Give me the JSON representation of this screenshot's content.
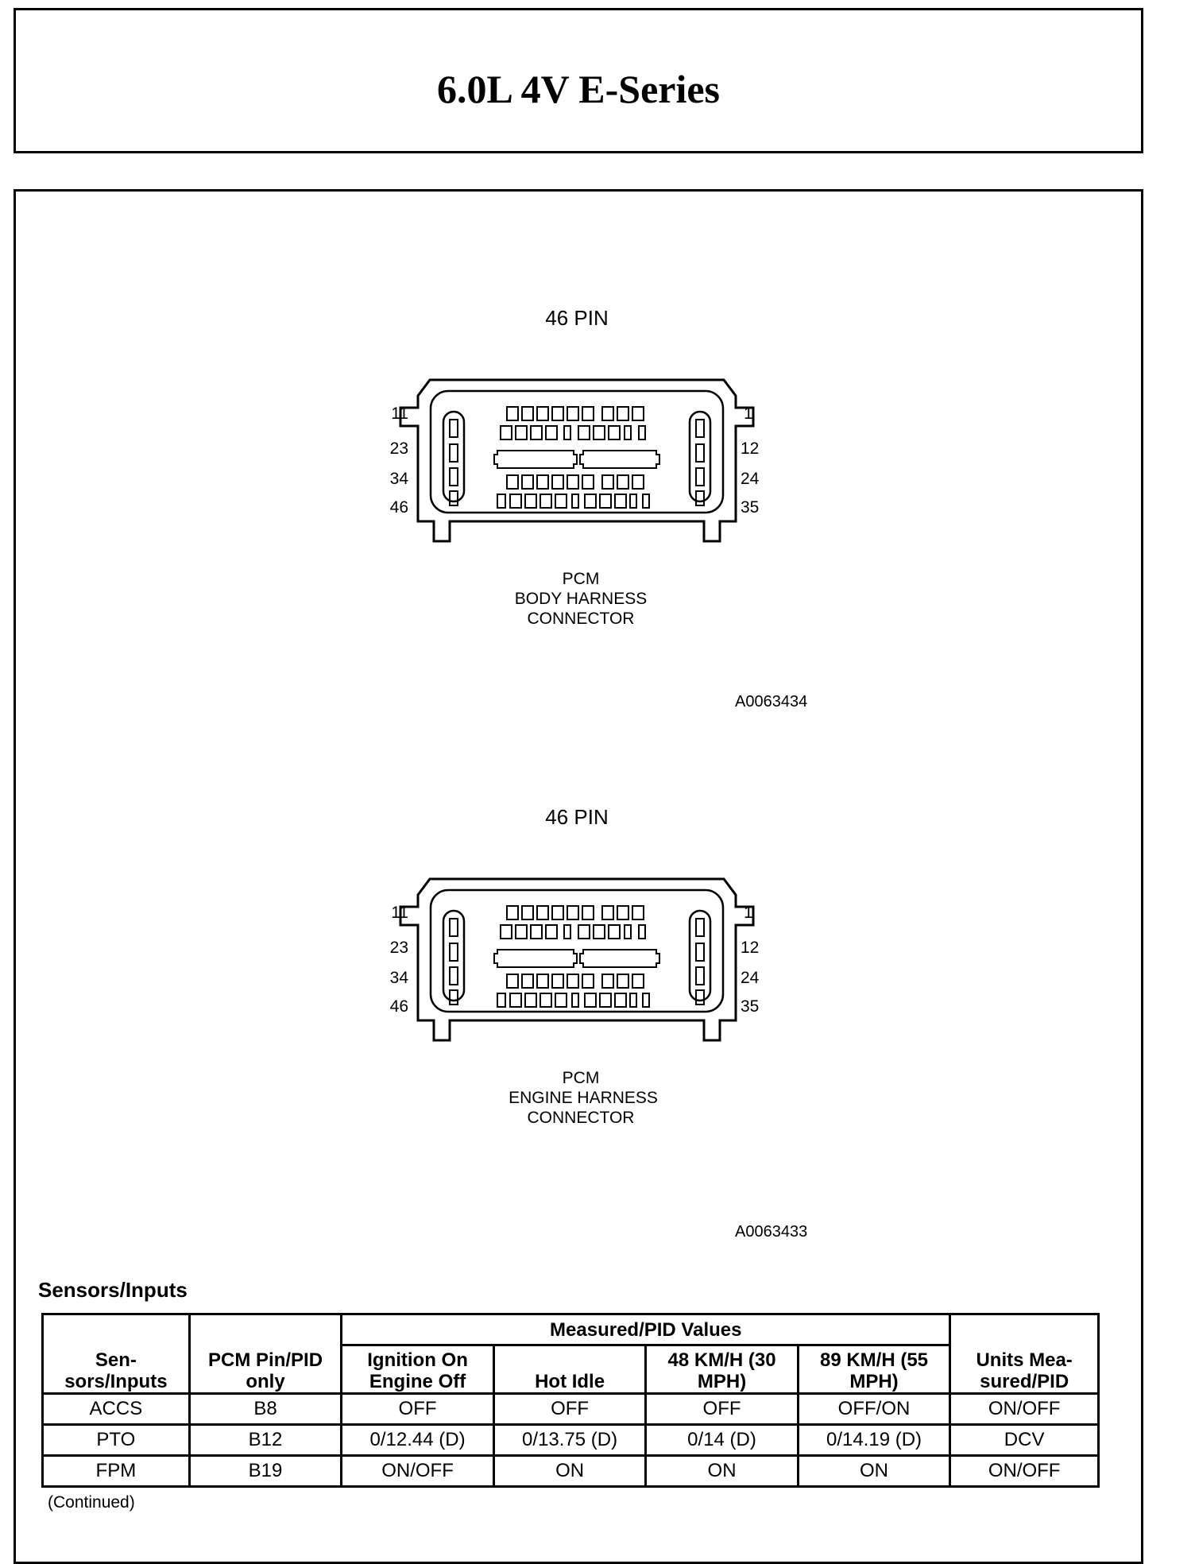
{
  "title": "6.0L 4V E-Series",
  "connectors": [
    {
      "pin_count_label": "46 PIN",
      "pin_labels_left": [
        "11",
        "23",
        "34",
        "46"
      ],
      "pin_labels_right": [
        "1",
        "12",
        "24",
        "35"
      ],
      "caption": [
        "PCM",
        "BODY HARNESS",
        "CONNECTOR"
      ],
      "figure_id": "A0063434"
    },
    {
      "pin_count_label": "46 PIN",
      "pin_labels_left": [
        "11",
        "23",
        "34",
        "46"
      ],
      "pin_labels_right": [
        "1",
        "12",
        "24",
        "35"
      ],
      "caption": [
        "PCM",
        "ENGINE HARNESS",
        "CONNECTOR"
      ],
      "figure_id": "A0063433"
    }
  ],
  "section_title": "Sensors/Inputs",
  "table": {
    "group_header": "Measured/PID Values",
    "headers": {
      "sensor_line1": "Sen-",
      "sensor_line2": "sors/Inputs",
      "pin_line1": "PCM Pin/PID",
      "pin_line2": "only",
      "ign_line1": "Ignition On",
      "ign_line2": "Engine Off",
      "hot_idle": "Hot Idle",
      "kmh48_line1": "48 KM/H (30",
      "kmh48_line2": "MPH)",
      "kmh89_line1": "89 KM/H (55",
      "kmh89_line2": "MPH)",
      "units_line1": "Units Mea-",
      "units_line2": "sured/PID"
    },
    "rows": [
      [
        "ACCS",
        "B8",
        "OFF",
        "OFF",
        "OFF",
        "OFF/ON",
        "ON/OFF"
      ],
      [
        "PTO",
        "B12",
        "0/12.44 (D)",
        "0/13.75 (D)",
        "0/14 (D)",
        "0/14.19 (D)",
        "DCV"
      ],
      [
        "FPM",
        "B19",
        "ON/OFF",
        "ON",
        "ON",
        "ON",
        "ON/OFF"
      ]
    ]
  },
  "continued_note": "(Continued)"
}
